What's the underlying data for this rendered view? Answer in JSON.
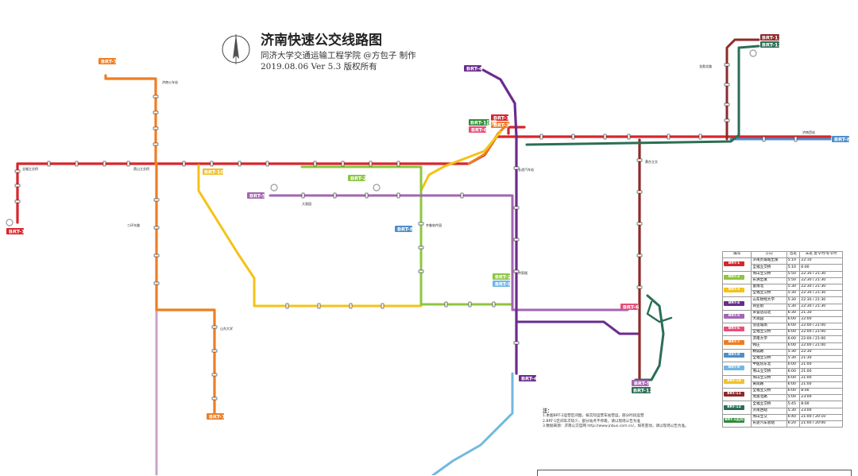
{
  "header": {
    "title": "济南快速公交线路图",
    "subtitle": "同济大学交通运输工程学院 @方包子 制作",
    "version": "2019.08.06  Ver 5.3  版权所有"
  },
  "line_tags": {
    "brt1": "BRT-1",
    "brt1b": "BRT-1",
    "brt2": "BRT-2",
    "brt3": "BRT-3",
    "brt4": "BRT-4",
    "brt5": "BRT-5",
    "brt6": "BRT-6",
    "brt7": "BRT-7",
    "brt8": "BRT-8",
    "brt9": "BRT-9",
    "brt10": "BRT-10",
    "brt11": "BRT-11",
    "brt12": "BRT-12",
    "brt1s": "BRT-1区间"
  },
  "colors": {
    "brt1": "#d7262d",
    "brt2": "#8dc63f",
    "brt3": "#f3c317",
    "brt4": "#6a2c8e",
    "brt5": "#a266b0",
    "brt6": "#e64f78",
    "brt7": "#ef7d22",
    "brt8": "#4f8ec9",
    "brt9": "#72b8df",
    "brt10": "#f0c030",
    "brt11": "#8d2a2a",
    "brt12": "#2b6e54",
    "brt1s": "#2e8b3a",
    "lilac": "#c9a3cc"
  },
  "legend": {
    "headers": [
      "编号",
      "方向",
      "首班",
      "末班 夏令时/冬令时"
    ],
    "rows": [
      {
        "line": "BRT-1",
        "color": "#d7262d",
        "dirs": [
          [
            "济南历城站出发",
            "5:10",
            "22:10"
          ],
          [
            "全福立交桥",
            "5:10",
            "6:00"
          ]
        ]
      },
      {
        "line": "BRT-2",
        "color": "#8dc63f",
        "dirs": [
          [
            "燕山立交桥",
            "5:50",
            "22:30 / 21:30"
          ],
          [
            "长清出发",
            "5:50",
            "22:30 / 21:30"
          ]
        ]
      },
      {
        "line": "BRT-3",
        "color": "#f3c317",
        "dirs": [
          [
            "夏雨北",
            "5:30",
            "22:30 / 21:30"
          ],
          [
            "全福立交桥",
            "5:30",
            "22:30 / 21:30"
          ]
        ]
      },
      {
        "line": "BRT-4",
        "color": "#6a2c8e",
        "dirs": [
          [
            "山东财经大学",
            "5:30",
            "22:30 / 21:30"
          ],
          [
            "商业街",
            "5:30",
            "22:30 / 21:30"
          ]
        ]
      },
      {
        "line": "BRT-5",
        "color": "#a266b0",
        "dirs": [
          [
            "荣誉店前北",
            "6:30",
            "21:30"
          ],
          [
            "大观园",
            "6:00",
            "22:00"
          ]
        ]
      },
      {
        "line": "BRT-6",
        "color": "#e64f78",
        "dirs": [
          [
            "雪莲城南",
            "6:00",
            "22:00 / 21:00"
          ],
          [
            "全福立交桥",
            "6:00",
            "22:00 / 21:00"
          ]
        ]
      },
      {
        "line": "BRT-7",
        "color": "#ef7d22",
        "dirs": [
          [
            "济南大学",
            "6:00",
            "22:00 / 21:00"
          ],
          [
            "韩庄",
            "6:00",
            "22:00 / 21:00"
          ]
        ]
      },
      {
        "line": "BRT-8",
        "color": "#4f8ec9",
        "dirs": [
          [
            "精诚路",
            "5:30",
            "22:30"
          ],
          [
            "全福立交桥",
            "5:30",
            "21:30"
          ]
        ]
      },
      {
        "line": "BRT-9",
        "color": "#72b8df",
        "dirs": [
          [
            "中医院东北",
            "6:00",
            "21:00"
          ],
          [
            "燕山立交桥",
            "6:00",
            "21:00"
          ]
        ]
      },
      {
        "line": "BRT-10",
        "color": "#f0c030",
        "dirs": [
          [
            "燕山立交桥",
            "6:00",
            "21:00"
          ],
          [
            "黄岗路",
            "6:00",
            "21:00"
          ]
        ]
      },
      {
        "line": "BRT-11",
        "color": "#8d2a2a",
        "dirs": [
          [
            "全福立交桥",
            "6:00",
            "8:00"
          ],
          [
            "龙奥北路",
            "5:00",
            "23:00"
          ]
        ]
      },
      {
        "line": "BRT-12",
        "color": "#2b6e54",
        "dirs": [
          [
            "全福立交桥",
            "5:45",
            "8:00"
          ],
          [
            "济南西站",
            "5:30",
            "23:00"
          ]
        ]
      },
      {
        "line": "BRT-1区间",
        "color": "#2e8b3a",
        "dirs": [
          [
            "燕山立交",
            "6:40",
            "21:00 / 20:10"
          ],
          [
            "长途汽车总站",
            "6:20",
            "21:00 / 20:00"
          ]
        ]
      }
    ]
  },
  "notes": {
    "title": "注：",
    "lines": [
      "1.本图BRT-2运营区间图，按实际运营车站营运，部分时段运营",
      "2.BRT-1区间车次较少，部分站点不停靠，请以现场公告为准",
      "3.数据来源：济南公交官网 http://www.jnbus.com.cn/，如有变动，请以现场公告为准。"
    ]
  },
  "stations": [
    {
      "id": "s1",
      "label": "全福立交桥"
    },
    {
      "id": "s2",
      "label": "济南火车站"
    },
    {
      "id": "s3",
      "label": "燕山立交桥"
    },
    {
      "id": "s4",
      "label": "二环东路"
    },
    {
      "id": "s5",
      "label": "山东大学"
    },
    {
      "id": "s6",
      "label": "齐鲁软件园"
    },
    {
      "id": "s7",
      "label": "长途汽车站"
    },
    {
      "id": "s8",
      "label": "大观园"
    },
    {
      "id": "s9",
      "label": "黄台立交"
    },
    {
      "id": "s10",
      "label": "洪家楼"
    },
    {
      "id": "s11",
      "label": "龙奥北路"
    },
    {
      "id": "s12",
      "label": "济南西站"
    }
  ]
}
